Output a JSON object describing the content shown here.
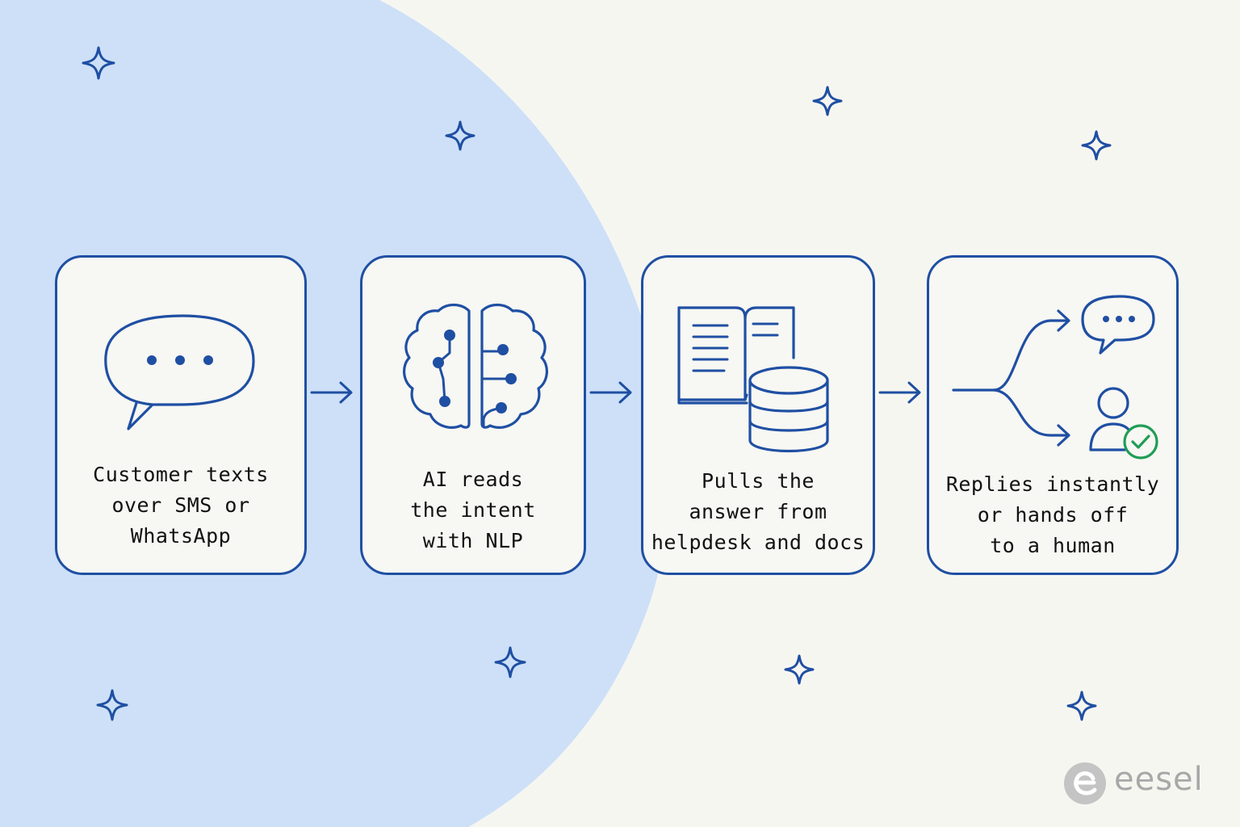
{
  "colors": {
    "background": "#f6f6f1",
    "accent_blob": "#cde0f8",
    "stroke": "#1f4fa3",
    "check": "#1f9d55",
    "brand_gray": "#a8a8a8"
  },
  "steps": [
    {
      "label": "Customer texts\nover SMS or\nWhatsApp",
      "icon": "chat-bubble-icon"
    },
    {
      "label": "AI reads\nthe intent\nwith NLP",
      "icon": "brain-circuit-icon"
    },
    {
      "label": "Pulls the\nanswer from\nhelpdesk and docs",
      "icon": "book-database-icon"
    },
    {
      "label": "Replies instantly\nor hands off\nto a human",
      "icon": "branch-reply-handoff-icon"
    }
  ],
  "brand": {
    "name": "eesel",
    "icon": "eesel-logo-icon"
  },
  "decorations": {
    "icon": "sparkle-icon"
  }
}
